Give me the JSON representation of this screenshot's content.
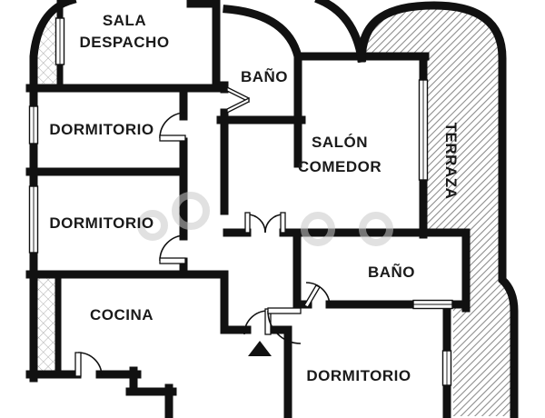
{
  "floorplan": {
    "type": "apartment-floor-plan",
    "rooms": {
      "sala_despacho": {
        "line1": "SALA",
        "line2": "DESPACHO"
      },
      "bano_top": {
        "label": "BAÑO"
      },
      "dormitorio_1": {
        "label": "DORMITORIO"
      },
      "dormitorio_2": {
        "label": "DORMITORIO"
      },
      "cocina": {
        "label": "COCINA"
      },
      "salon_comedor": {
        "line1": "SALÓN",
        "line2": "COMEDOR"
      },
      "terraza": {
        "label": "TERRAZA"
      },
      "bano_right": {
        "label": "BAÑO"
      },
      "dormitorio_3": {
        "label": "DORMITORIO"
      }
    },
    "symbols": {
      "entrance_marker": "black-triangle-arrow",
      "door_count": 8,
      "window_count": 6,
      "hatched_areas": [
        "terraza-diagonal-hatch",
        "gallery-top-left-crosshatch",
        "gallery-bottom-left-crosshatch"
      ]
    },
    "colors": {
      "wall": "#111111",
      "background": "#ffffff",
      "terraza_hatch": "#8a8a8a",
      "gallery_hatch": "#adadad",
      "label_text": "#1a1a1a",
      "watermark": "#c9c9c9"
    }
  }
}
